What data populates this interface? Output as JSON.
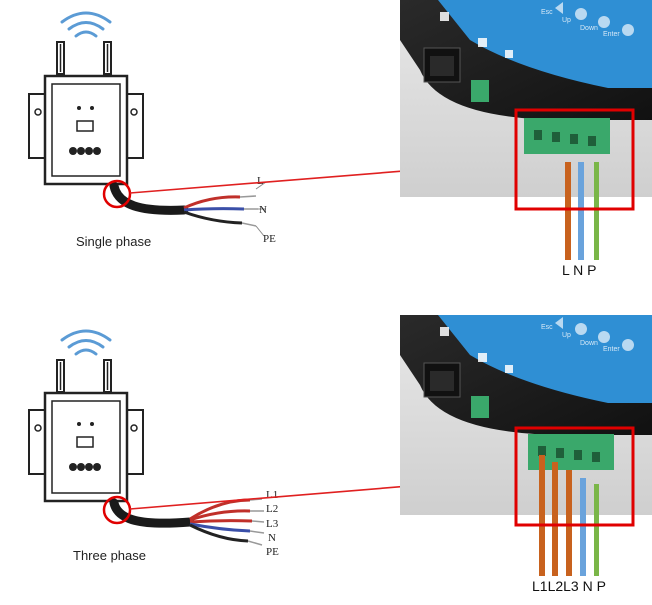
{
  "panels": [
    {
      "caption": "Single phase",
      "cable_labels": [
        "L",
        "N",
        "PE"
      ],
      "terminal_labels": [
        "L",
        "N",
        "P"
      ],
      "terminal_text": "L N P"
    },
    {
      "caption": "Three phase",
      "cable_labels": [
        "L1",
        "L2",
        "L3",
        "N",
        "PE"
      ],
      "terminal_labels": [
        "L1",
        "L2",
        "L3",
        "N",
        "P"
      ],
      "terminal_text": "L1L2L3 N P"
    }
  ],
  "device_buttons": [
    "Esc",
    "Up",
    "Down",
    "Enter"
  ],
  "colors": {
    "line_wire": "#c8621e",
    "neutral_wire": "#6aa3dc",
    "earth_wire": "#7ab648",
    "highlight_box": "#e00000",
    "pointer_arrow": "#e02020",
    "device_body": "#1e1e1e",
    "device_panel": "#2f8fd4",
    "terminal_block": "#3aa86b"
  }
}
